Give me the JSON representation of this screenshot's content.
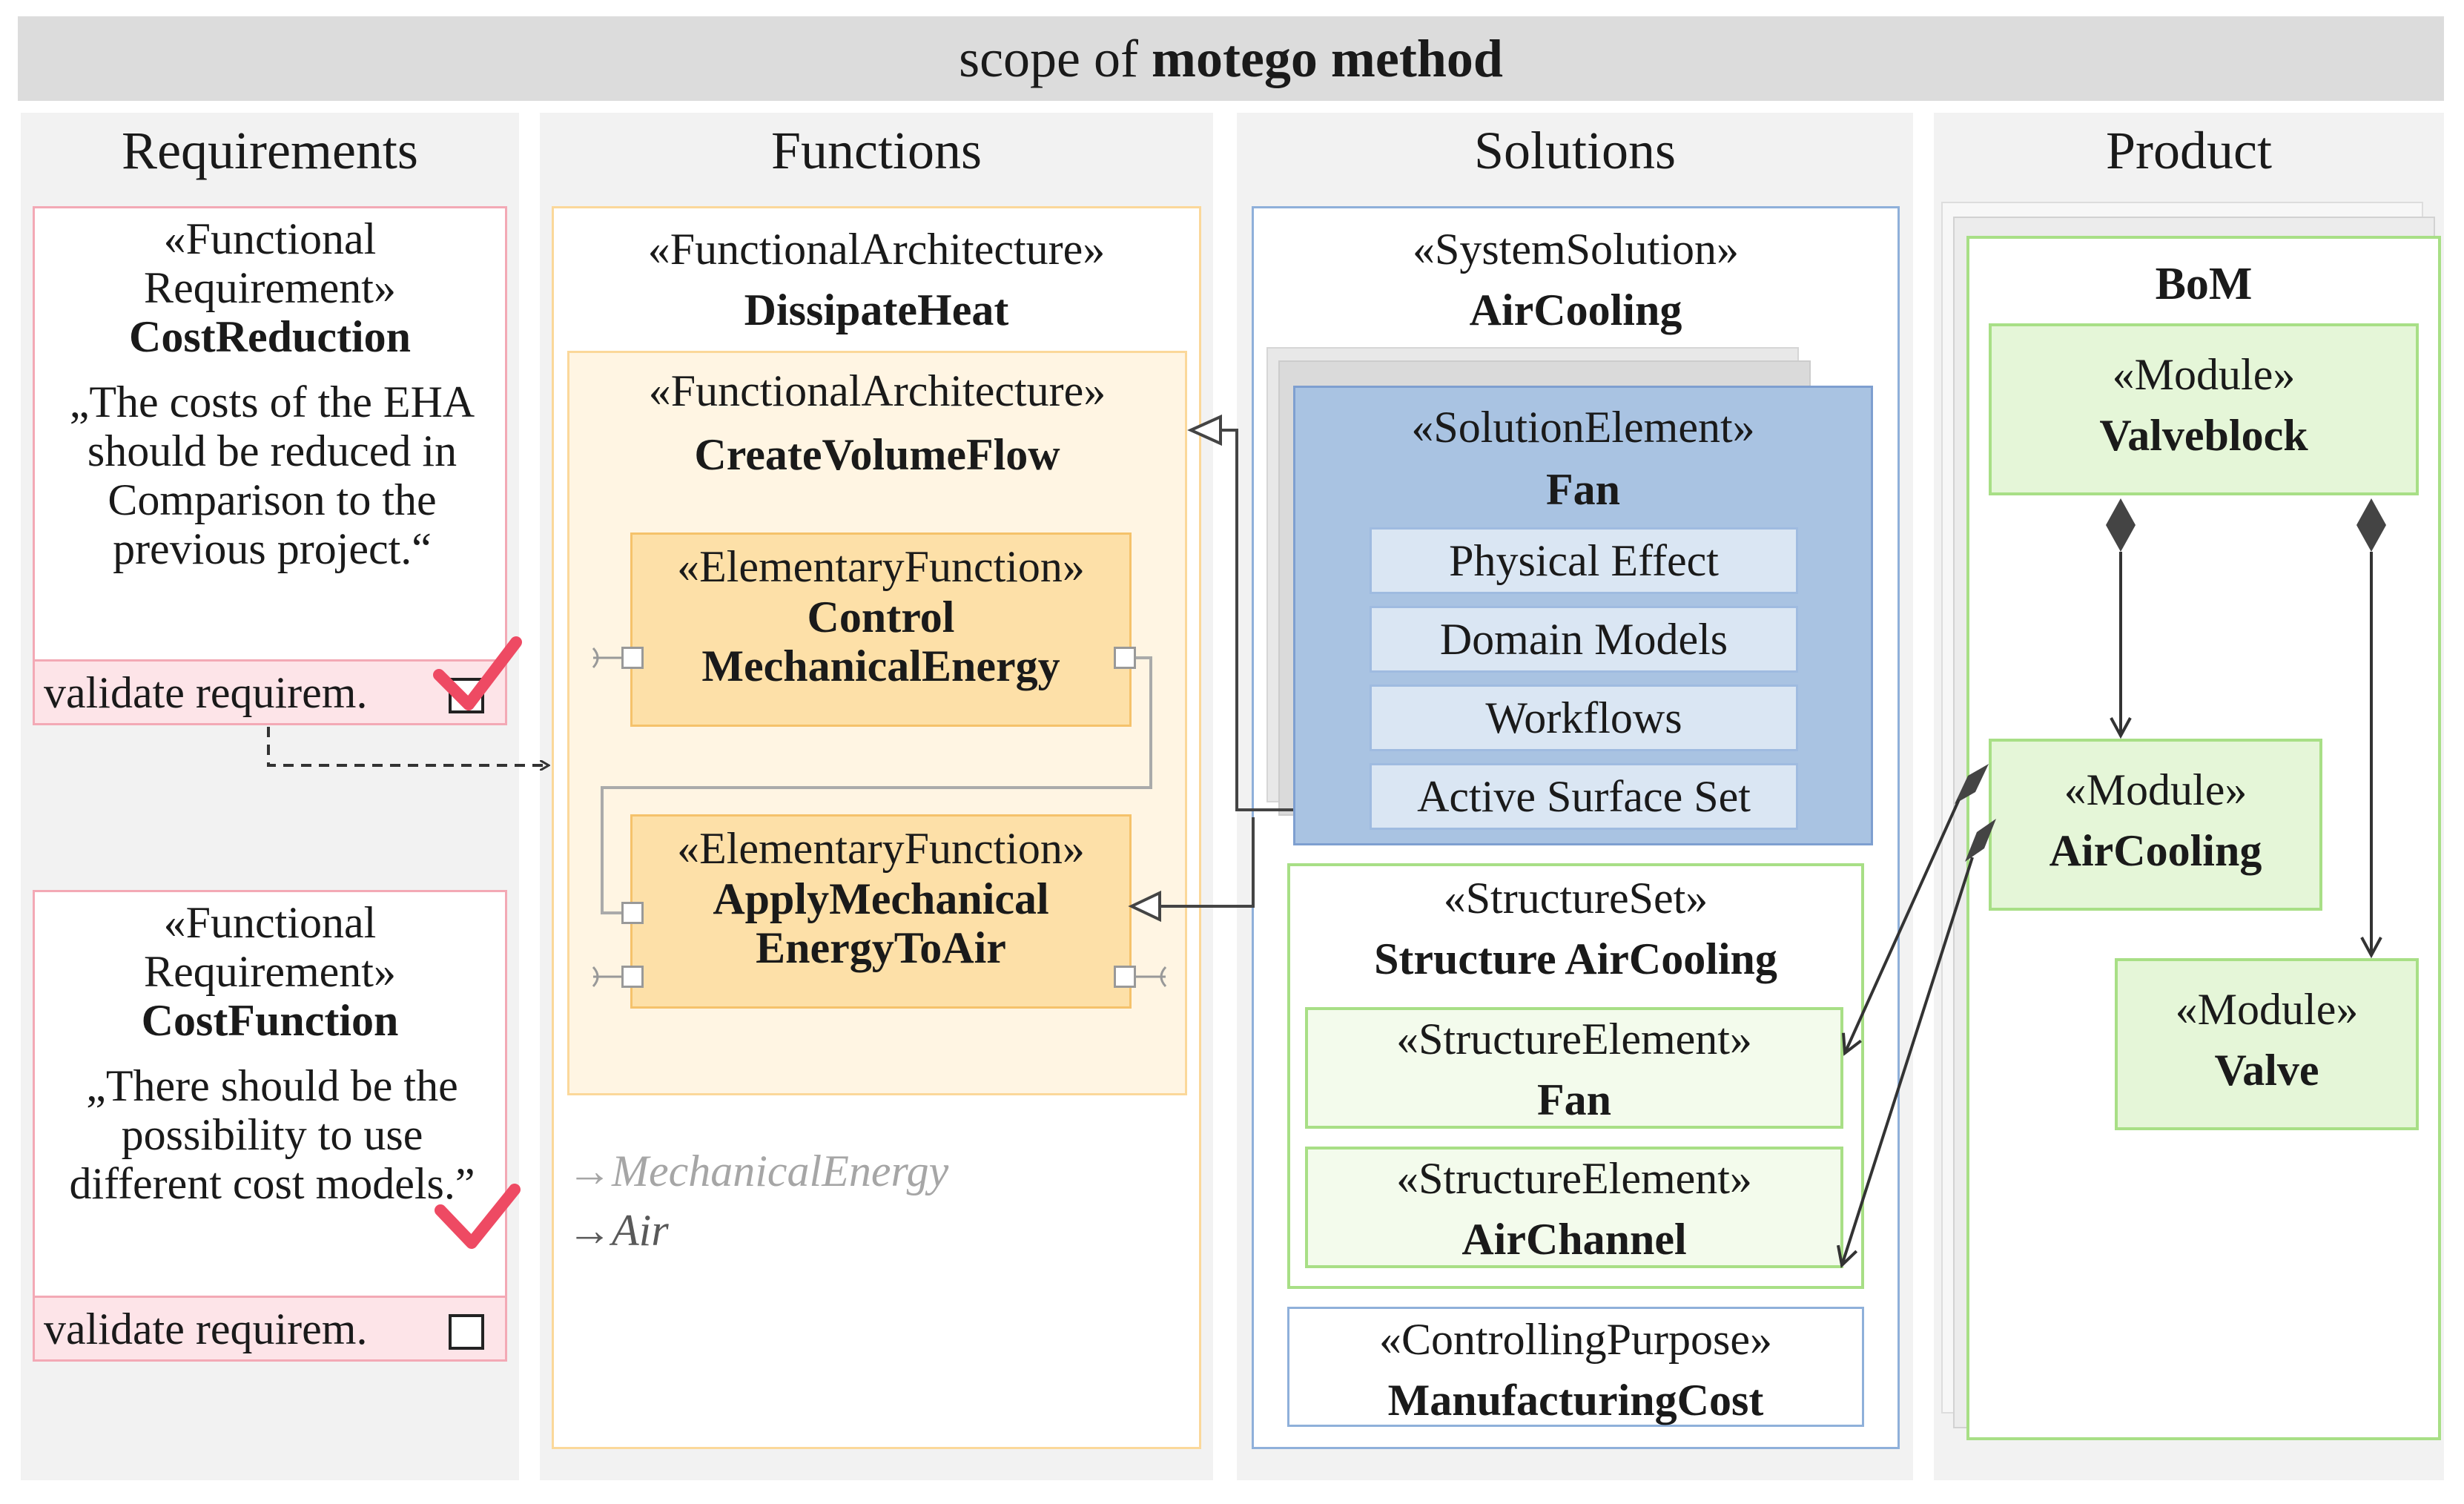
{
  "title": {
    "prefix": "scope of",
    "bold": "motego method"
  },
  "columns": {
    "requirements": "Requirements",
    "functions": "Functions",
    "solutions": "Solutions",
    "product": "Product"
  },
  "requirements": [
    {
      "stereotype": "«Functional Requirement»",
      "name": "CostReduction",
      "text": "„The costs of the EHA should be reduced in Comparison to the previous project.“",
      "action": "validate requirem.",
      "validated": true
    },
    {
      "stereotype": "«Functional Requirement»",
      "name": "CostFunction",
      "text": "„There should be the possibility to use different cost models.”",
      "action": "validate requirem.",
      "validated": true
    }
  ],
  "functions": {
    "outer": {
      "stereotype": "«FunctionalArchitecture»",
      "name": "DissipateHeat"
    },
    "inner": {
      "stereotype": "«FunctionalArchitecture»",
      "name": "CreateVolumeFlow"
    },
    "elementary": [
      {
        "stereotype": "«ElementaryFunction»",
        "line1": "Control",
        "line2": "MechanicalEnergy"
      },
      {
        "stereotype": "«ElementaryFunction»",
        "line1": "ApplyMechanical",
        "line2": "EnergyToAir"
      }
    ],
    "flows": [
      {
        "arrow": "→",
        "name": "MechanicalEnergy"
      },
      {
        "arrow": "→",
        "name": "Air"
      }
    ]
  },
  "solutions": {
    "system": {
      "stereotype": "«SystemSolution»",
      "name": "AirCooling"
    },
    "element": {
      "stereotype": "«SolutionElement»",
      "name": "Fan",
      "items": [
        "Physical Effect",
        "Domain Models",
        "Workflows",
        "Active Surface Set"
      ]
    },
    "structure_set": {
      "stereotype": "«StructureSet»",
      "name": "Structure AirCooling"
    },
    "structure_elements": [
      {
        "stereotype": "«StructureElement»",
        "name": "Fan"
      },
      {
        "stereotype": "«StructureElement»",
        "name": "AirChannel"
      }
    ],
    "controlling": {
      "stereotype": "«ControllingPurpose»",
      "name": "ManufacturingCost"
    }
  },
  "product": {
    "bom": "BoM",
    "modules": [
      {
        "stereotype": "«Module»",
        "name": "Valveblock"
      },
      {
        "stereotype": "«Module»",
        "name": "AirCooling"
      },
      {
        "stereotype": "«Module»",
        "name": "Valve"
      }
    ]
  },
  "colors": {
    "requirement_border": "#f3a9b5",
    "check_mark": "#ee4a63",
    "function_fill": "#fde0a8",
    "solution_fill": "#a9c3e2",
    "module_fill": "#e5f6d8"
  }
}
